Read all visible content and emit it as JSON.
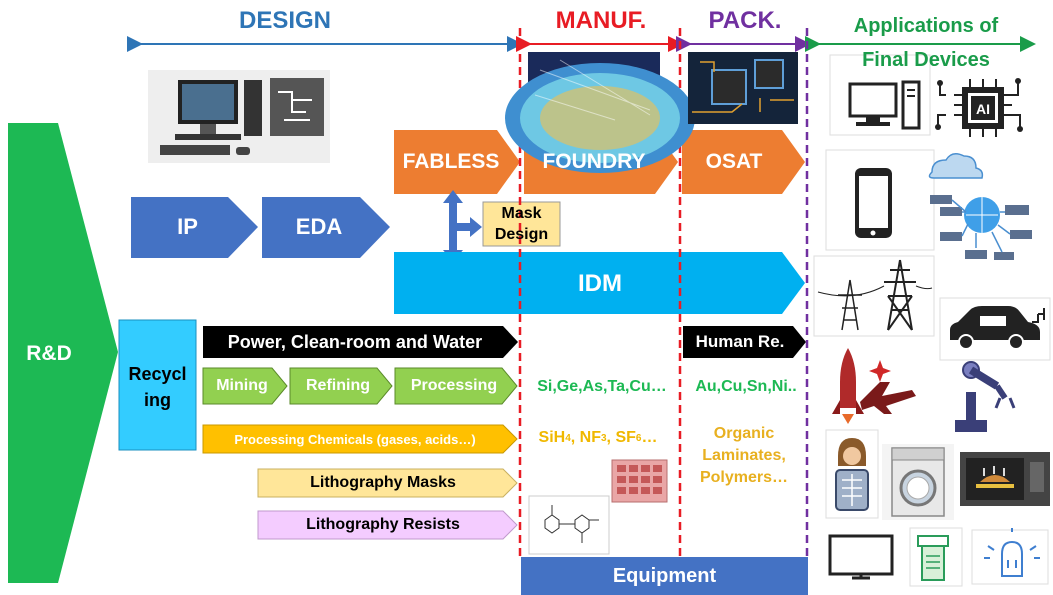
{
  "headers": {
    "design": "DESIGN",
    "manuf": "MANUF.",
    "pack": "PACK.",
    "applications": "Applications of",
    "final_devices": "Final Devices"
  },
  "design_flow": {
    "rnd": "R&D",
    "ip": "IP",
    "eda": "EDA",
    "fabless": "FABLESS",
    "foundry": "FOUNDRY",
    "osat": "OSAT",
    "mask_design_1": "Mask",
    "mask_design_2": "Design",
    "idm": "IDM"
  },
  "supply": {
    "recycling_1": "Recycl",
    "recycling_2": "ing",
    "power": "Power, Clean-room and Water",
    "human": "Human Re.",
    "mining": "Mining",
    "refining": "Refining",
    "processing": "Processing",
    "manuf_elements": "Si,Ge,As,Ta,Cu…",
    "pack_elements": "Au,Cu,Sn,Ni..",
    "chemicals": "Processing Chemicals (gases, acids…)",
    "gases": "SiH4, NF3, SF6…",
    "organic_1": "Organic",
    "organic_2": "Laminates,",
    "organic_3": "Polymers…",
    "masks": "Lithography Masks",
    "resists": "Lithography Resists",
    "equipment": "Equipment"
  },
  "colors": {
    "design_blue": "#2e75b6",
    "manuf_red": "#e81c24",
    "pack_purple": "#7030a0",
    "app_green": "#1a9c4a",
    "chevron_blue": "#4472c4",
    "orange": "#ed7d31",
    "idm_cyan": "#00b0f0",
    "rnd_green": "#1db954",
    "light_green": "#92d050",
    "gold": "#ffc000",
    "mask_yellow": "#ffe699",
    "resist_pink": "#f4ccff",
    "recycle_cyan": "#33ccff",
    "equipment_blue": "#4472c4"
  }
}
